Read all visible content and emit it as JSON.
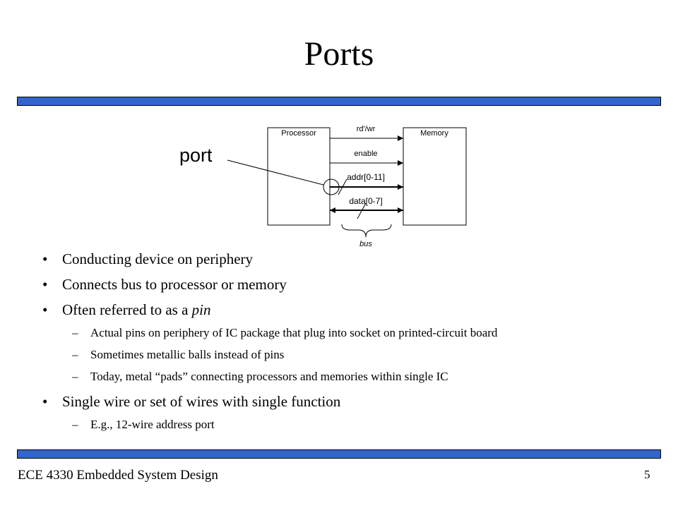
{
  "slide": {
    "title": "Ports",
    "footer": "ECE 4330 Embedded System Design",
    "page_number": "5"
  },
  "diagram": {
    "processor_label": "Processor",
    "memory_label": "Memory",
    "port_label": "port",
    "signals": {
      "rdwr": "rd'/wr",
      "enable": "enable",
      "addr": "addr[0-11]",
      "data": "data[0-7]"
    },
    "bus_label": "bus"
  },
  "bullets": [
    {
      "text": "Conducting device on periphery"
    },
    {
      "text": "Connects bus to processor or memory"
    },
    {
      "text": "Often referred to as a ",
      "italic": "pin"
    },
    {
      "text": "Actual pins on periphery of IC package that plug into socket on printed-circuit board"
    },
    {
      "text": "Sometimes metallic balls instead of pins"
    },
    {
      "text": "Today, metal “pads” connecting processors and memories within single IC"
    },
    {
      "text": "Single wire or set of wires with single function"
    },
    {
      "text": "E.g., 12-wire address port"
    }
  ]
}
